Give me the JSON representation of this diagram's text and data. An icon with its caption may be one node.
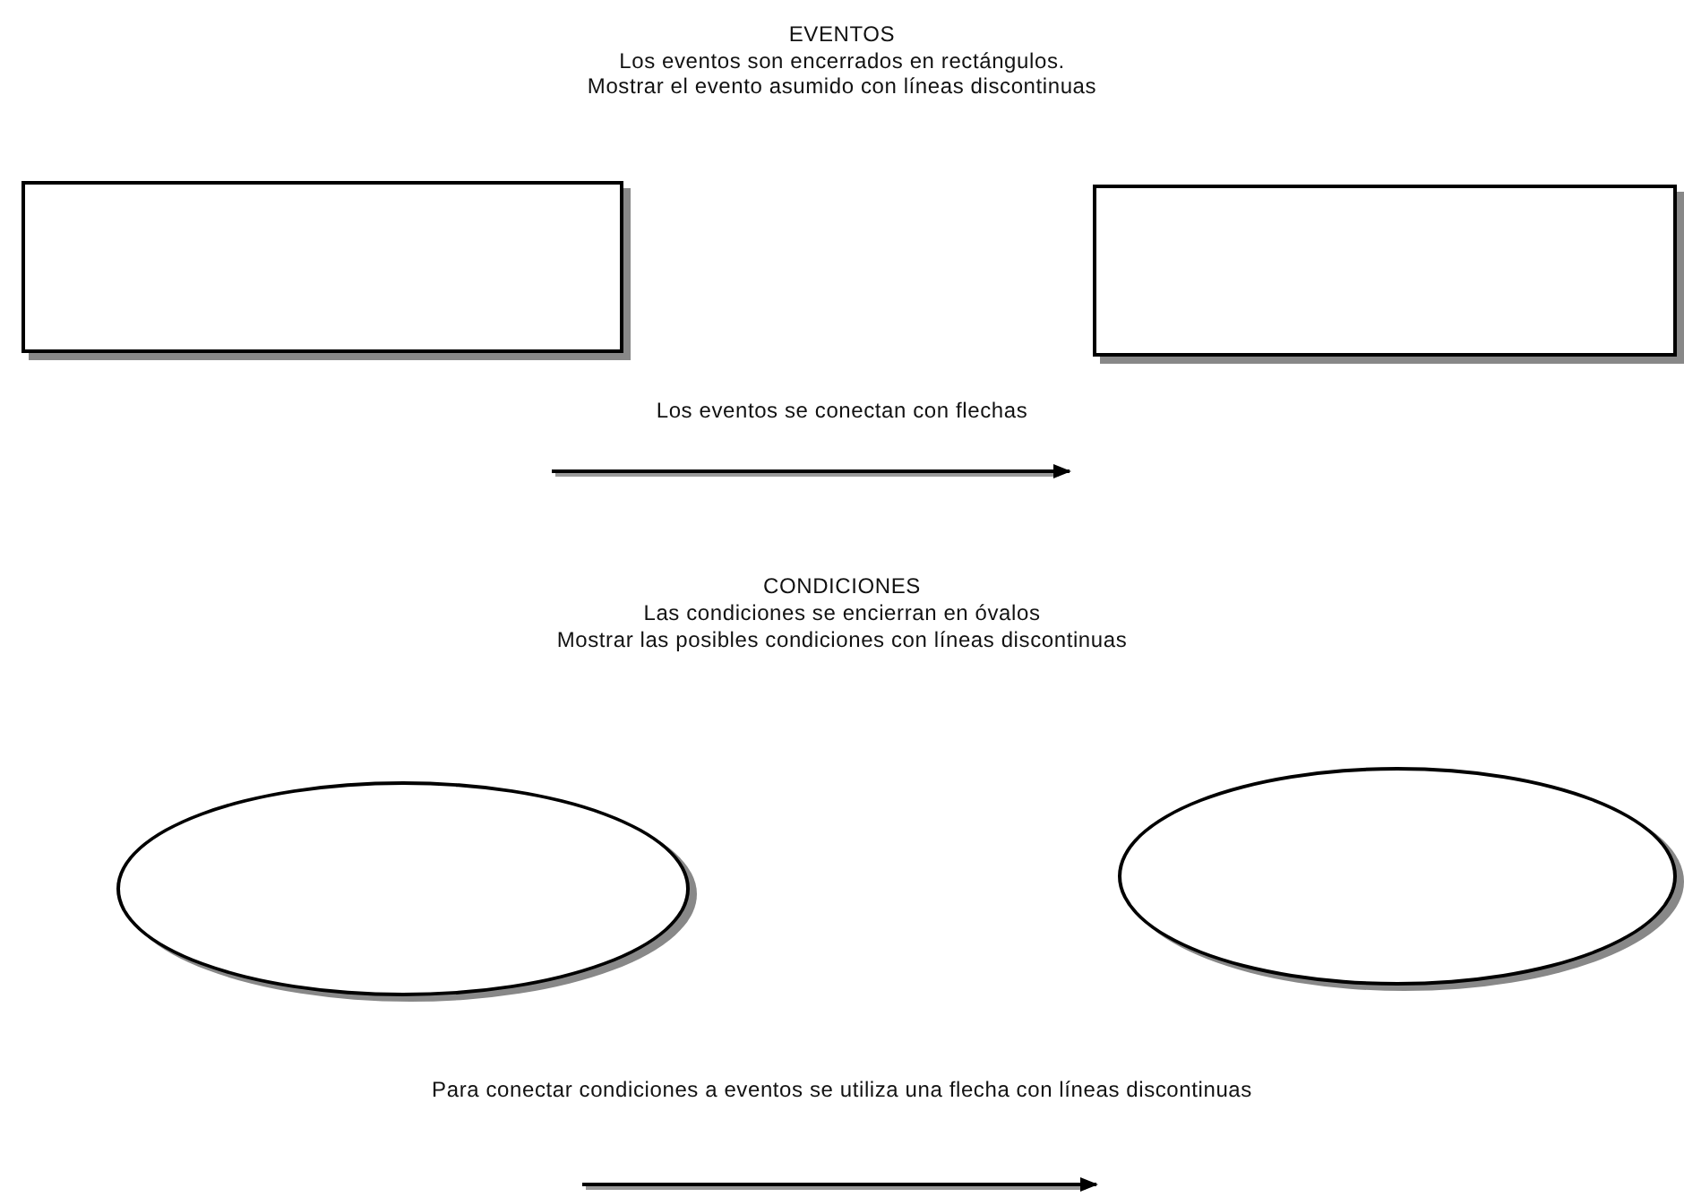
{
  "diagram": {
    "nodes": [
      {
        "text": [],
        "shape": "box"
      },
      {
        "text": [],
        "shape": "box"
      },
      {
        "text": [],
        "shape": "ellipse"
      },
      {
        "text": [],
        "shape": "ellipse"
      }
    ],
    "labels": [
      "EVENTOS",
      "Los eventos son encerrados en rectángulos.",
      "Mostrar el evento asumido con líneas discontinuas",
      "Los eventos se conectan con flechas",
      "CONDICIONES",
      "Las condiciones se encierran en óvalos",
      "Mostrar las posibles condiciones con líneas discontinuas",
      "Para conectar condiciones a eventos se utiliza una flecha con líneas discontinuas"
    ]
  }
}
